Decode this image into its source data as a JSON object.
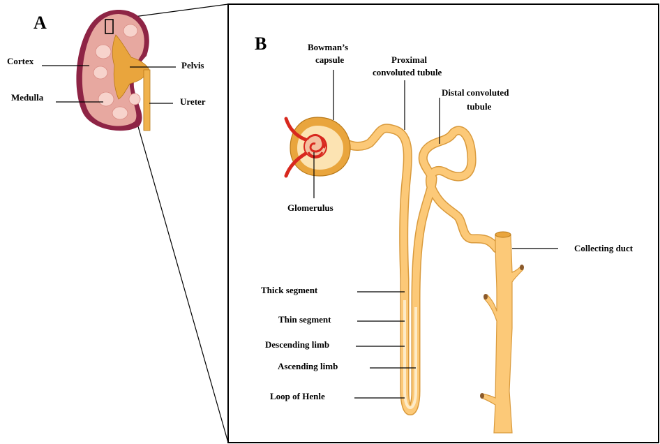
{
  "panels": {
    "a": "A",
    "b": "B"
  },
  "kidney_labels": {
    "cortex": "Cortex",
    "medulla": "Medulla",
    "pelvis": "Pelvis",
    "ureter": "Ureter"
  },
  "nephron_labels": {
    "bowmans_line1": "Bowman’s",
    "bowmans_line2": "capsule",
    "proximal_line1": "Proximal",
    "proximal_line2": "convoluted tubule",
    "distal_line1": "Distal convoluted",
    "distal_line2": "tubule",
    "glomerulus": "Glomerulus",
    "collecting_duct": "Collecting duct",
    "thick_segment": "Thick segment",
    "thin_segment": "Thin segment",
    "descending_limb": "Descending limb",
    "ascending_limb": "Ascending limb",
    "loop_of_henle": "Loop of Henle"
  },
  "colors": {
    "tubule": "#FCC978",
    "tubule_edge": "#D99A3C",
    "kidney_outer": "#8E2445",
    "cortex": "#E7A8A0",
    "pyramid": "#F7D3CC",
    "pelvis": "#E9A53D",
    "blood": "#D8281E"
  }
}
